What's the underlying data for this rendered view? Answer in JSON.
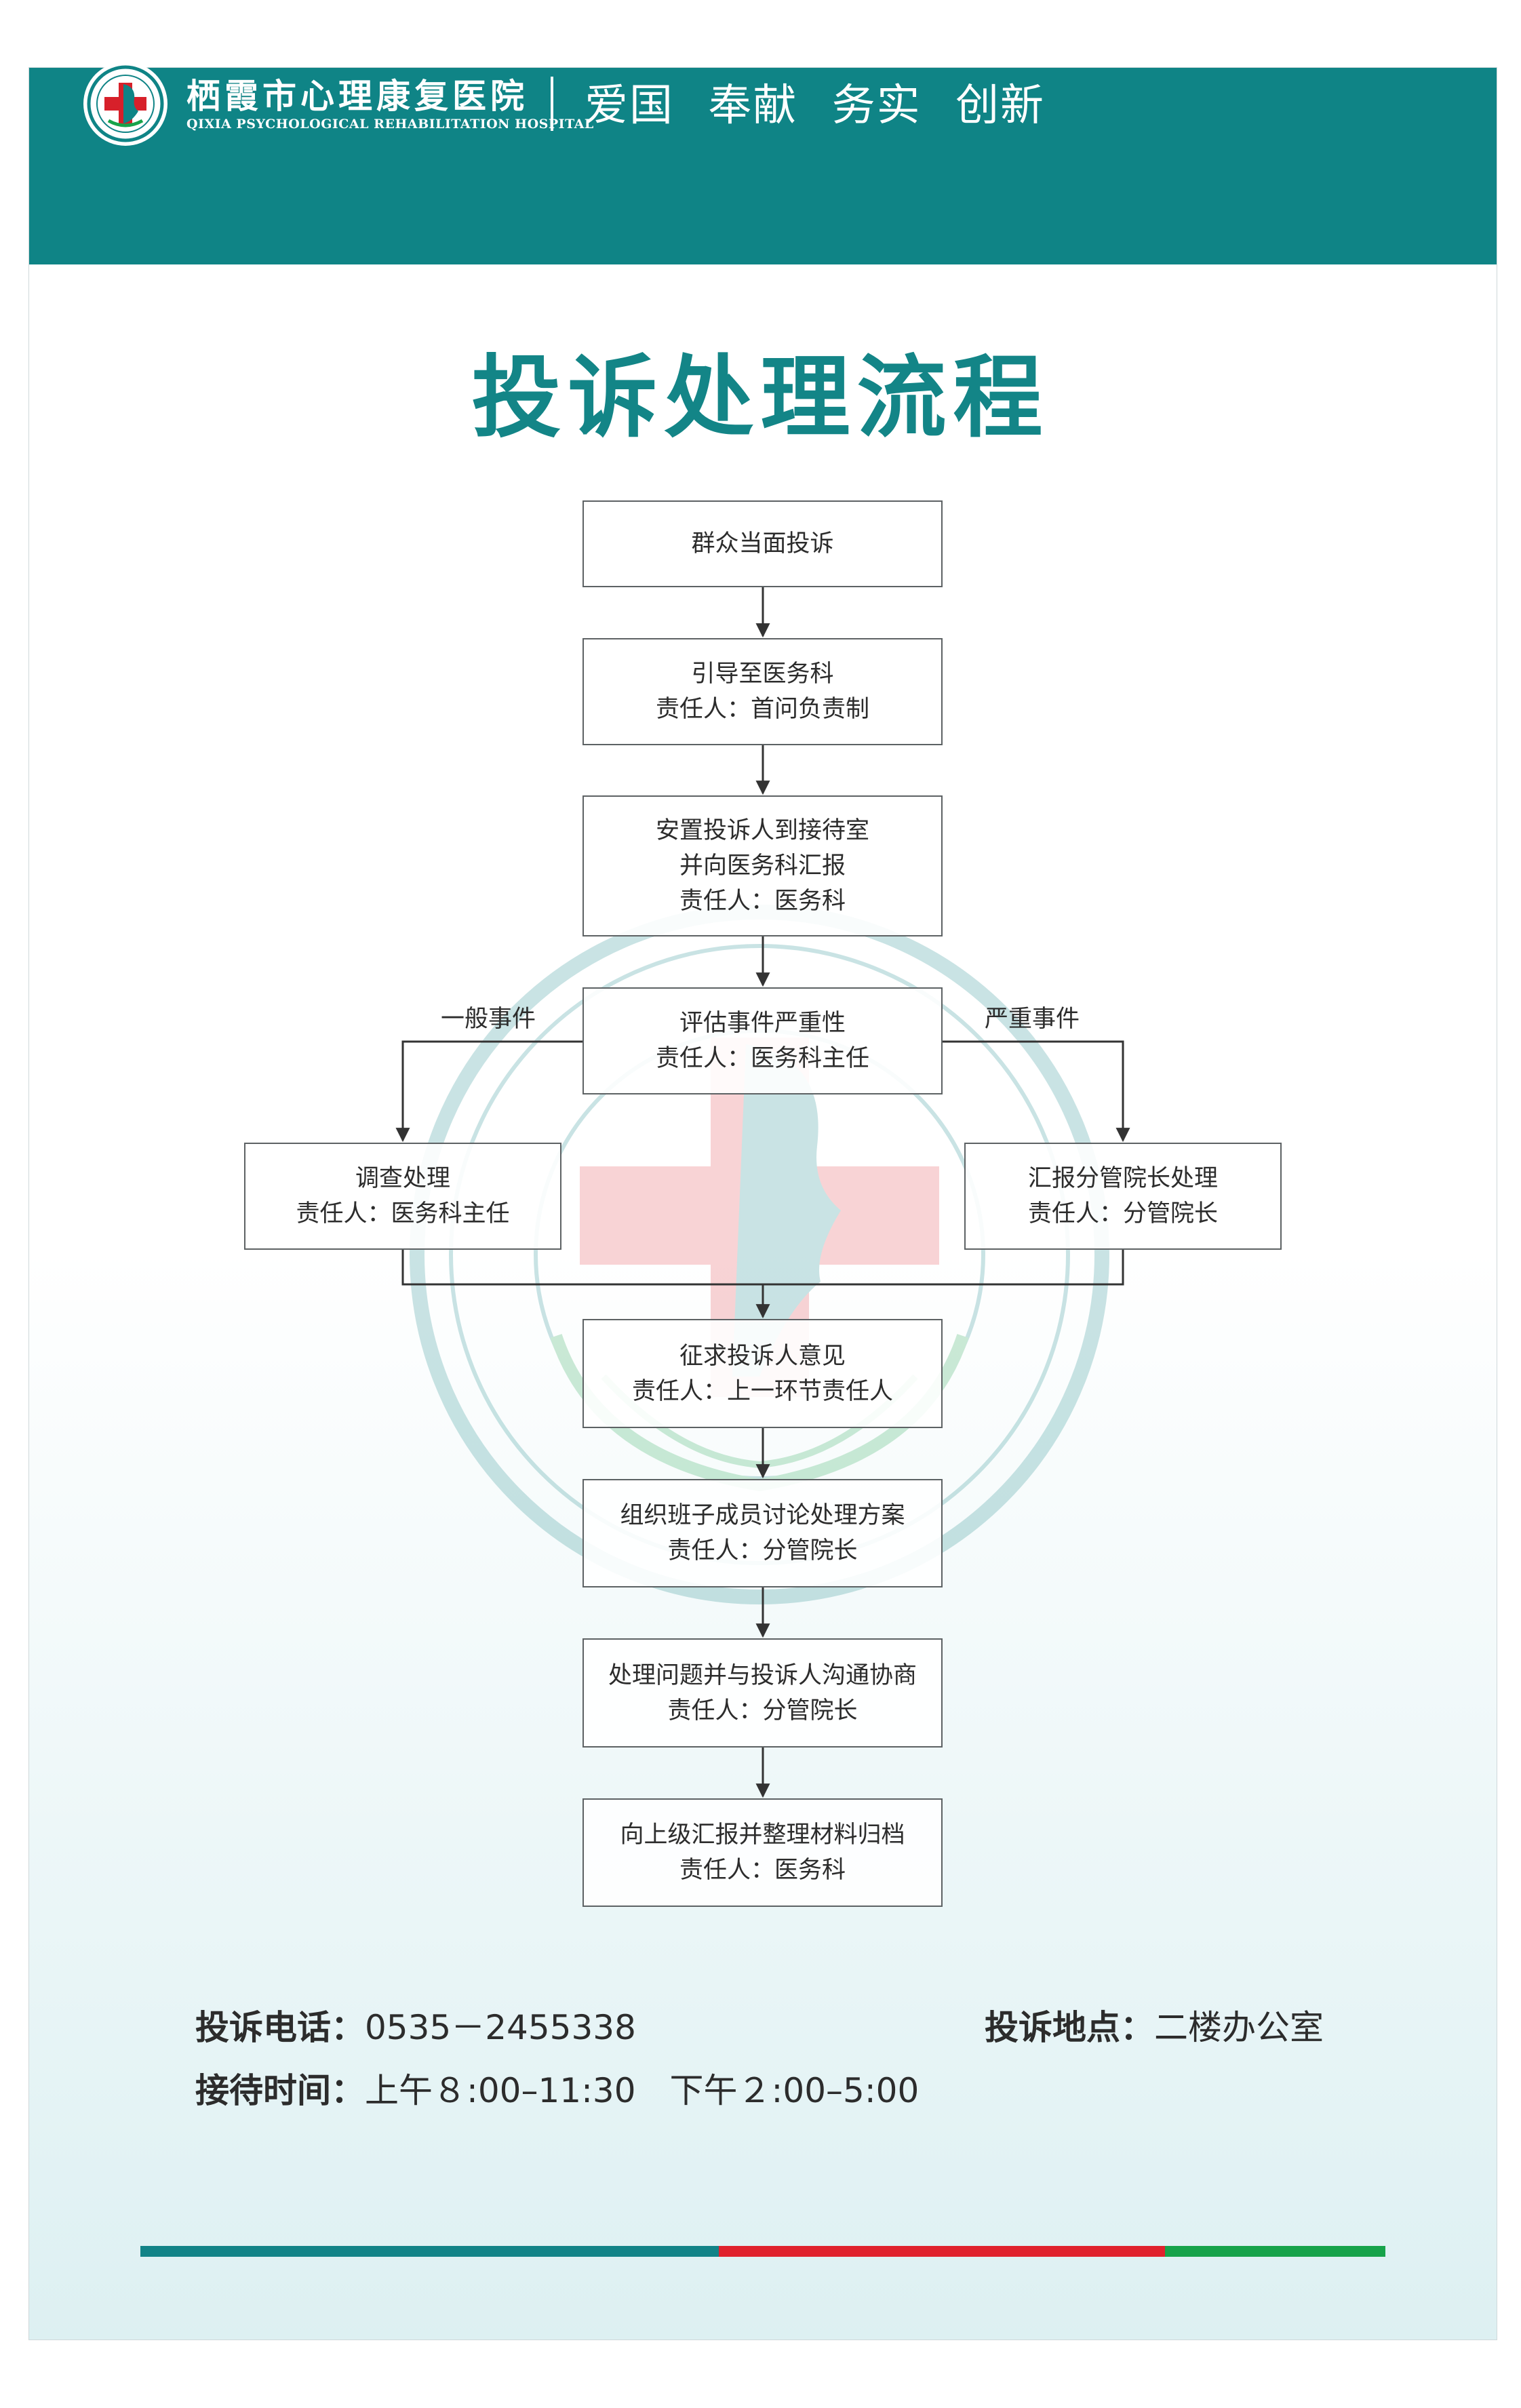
{
  "header": {
    "hospital_name": "栖霞市心理康复医院",
    "hospital_name_en": "QIXIA PSYCHOLOGICAL REHABILITATION HOSPITAL",
    "motto": "爱国 奉献 务实 创新"
  },
  "title": "投诉处理流程",
  "flow": {
    "step1": [
      "群众当面投诉"
    ],
    "step2": [
      "引导至医务科",
      "责任人：首问负责制"
    ],
    "step3": [
      "安置投诉人到接待室",
      "并向医务科汇报",
      "责任人：医务科"
    ],
    "step4": [
      "评估事件严重性",
      "责任人：医务科主任"
    ],
    "branch_left_label": "一般事件",
    "branch_right_label": "严重事件",
    "left": [
      "调查处理",
      "责任人：医务科主任"
    ],
    "right": [
      "汇报分管院长处理",
      "责任人：分管院长"
    ],
    "step5": [
      "征求投诉人意见",
      "责任人：上一环节责任人"
    ],
    "step6": [
      "组织班子成员讨论处理方案",
      "责任人：分管院长"
    ],
    "step7": [
      "处理问题并与投诉人沟通协商",
      "责任人：分管院长"
    ],
    "step8": [
      "向上级汇报并整理材料归档",
      "责任人：医务科"
    ]
  },
  "info": {
    "phone_label": "投诉电话：",
    "phone_value": "0535－2455338",
    "location_label": "投诉地点：",
    "location_value": "二楼办公室",
    "hours_label": "接待时间：",
    "hours_value": "上午８:00–11:30　下午２:00–5:00"
  },
  "colors": {
    "brand_teal": "#0f8486",
    "title_teal": "#138587",
    "bar_teal": "#128387",
    "bar_red": "#e0222d",
    "bar_green": "#17a34a"
  },
  "icons": [
    "hospital-logo-icon",
    "watermark-emblem-icon"
  ]
}
